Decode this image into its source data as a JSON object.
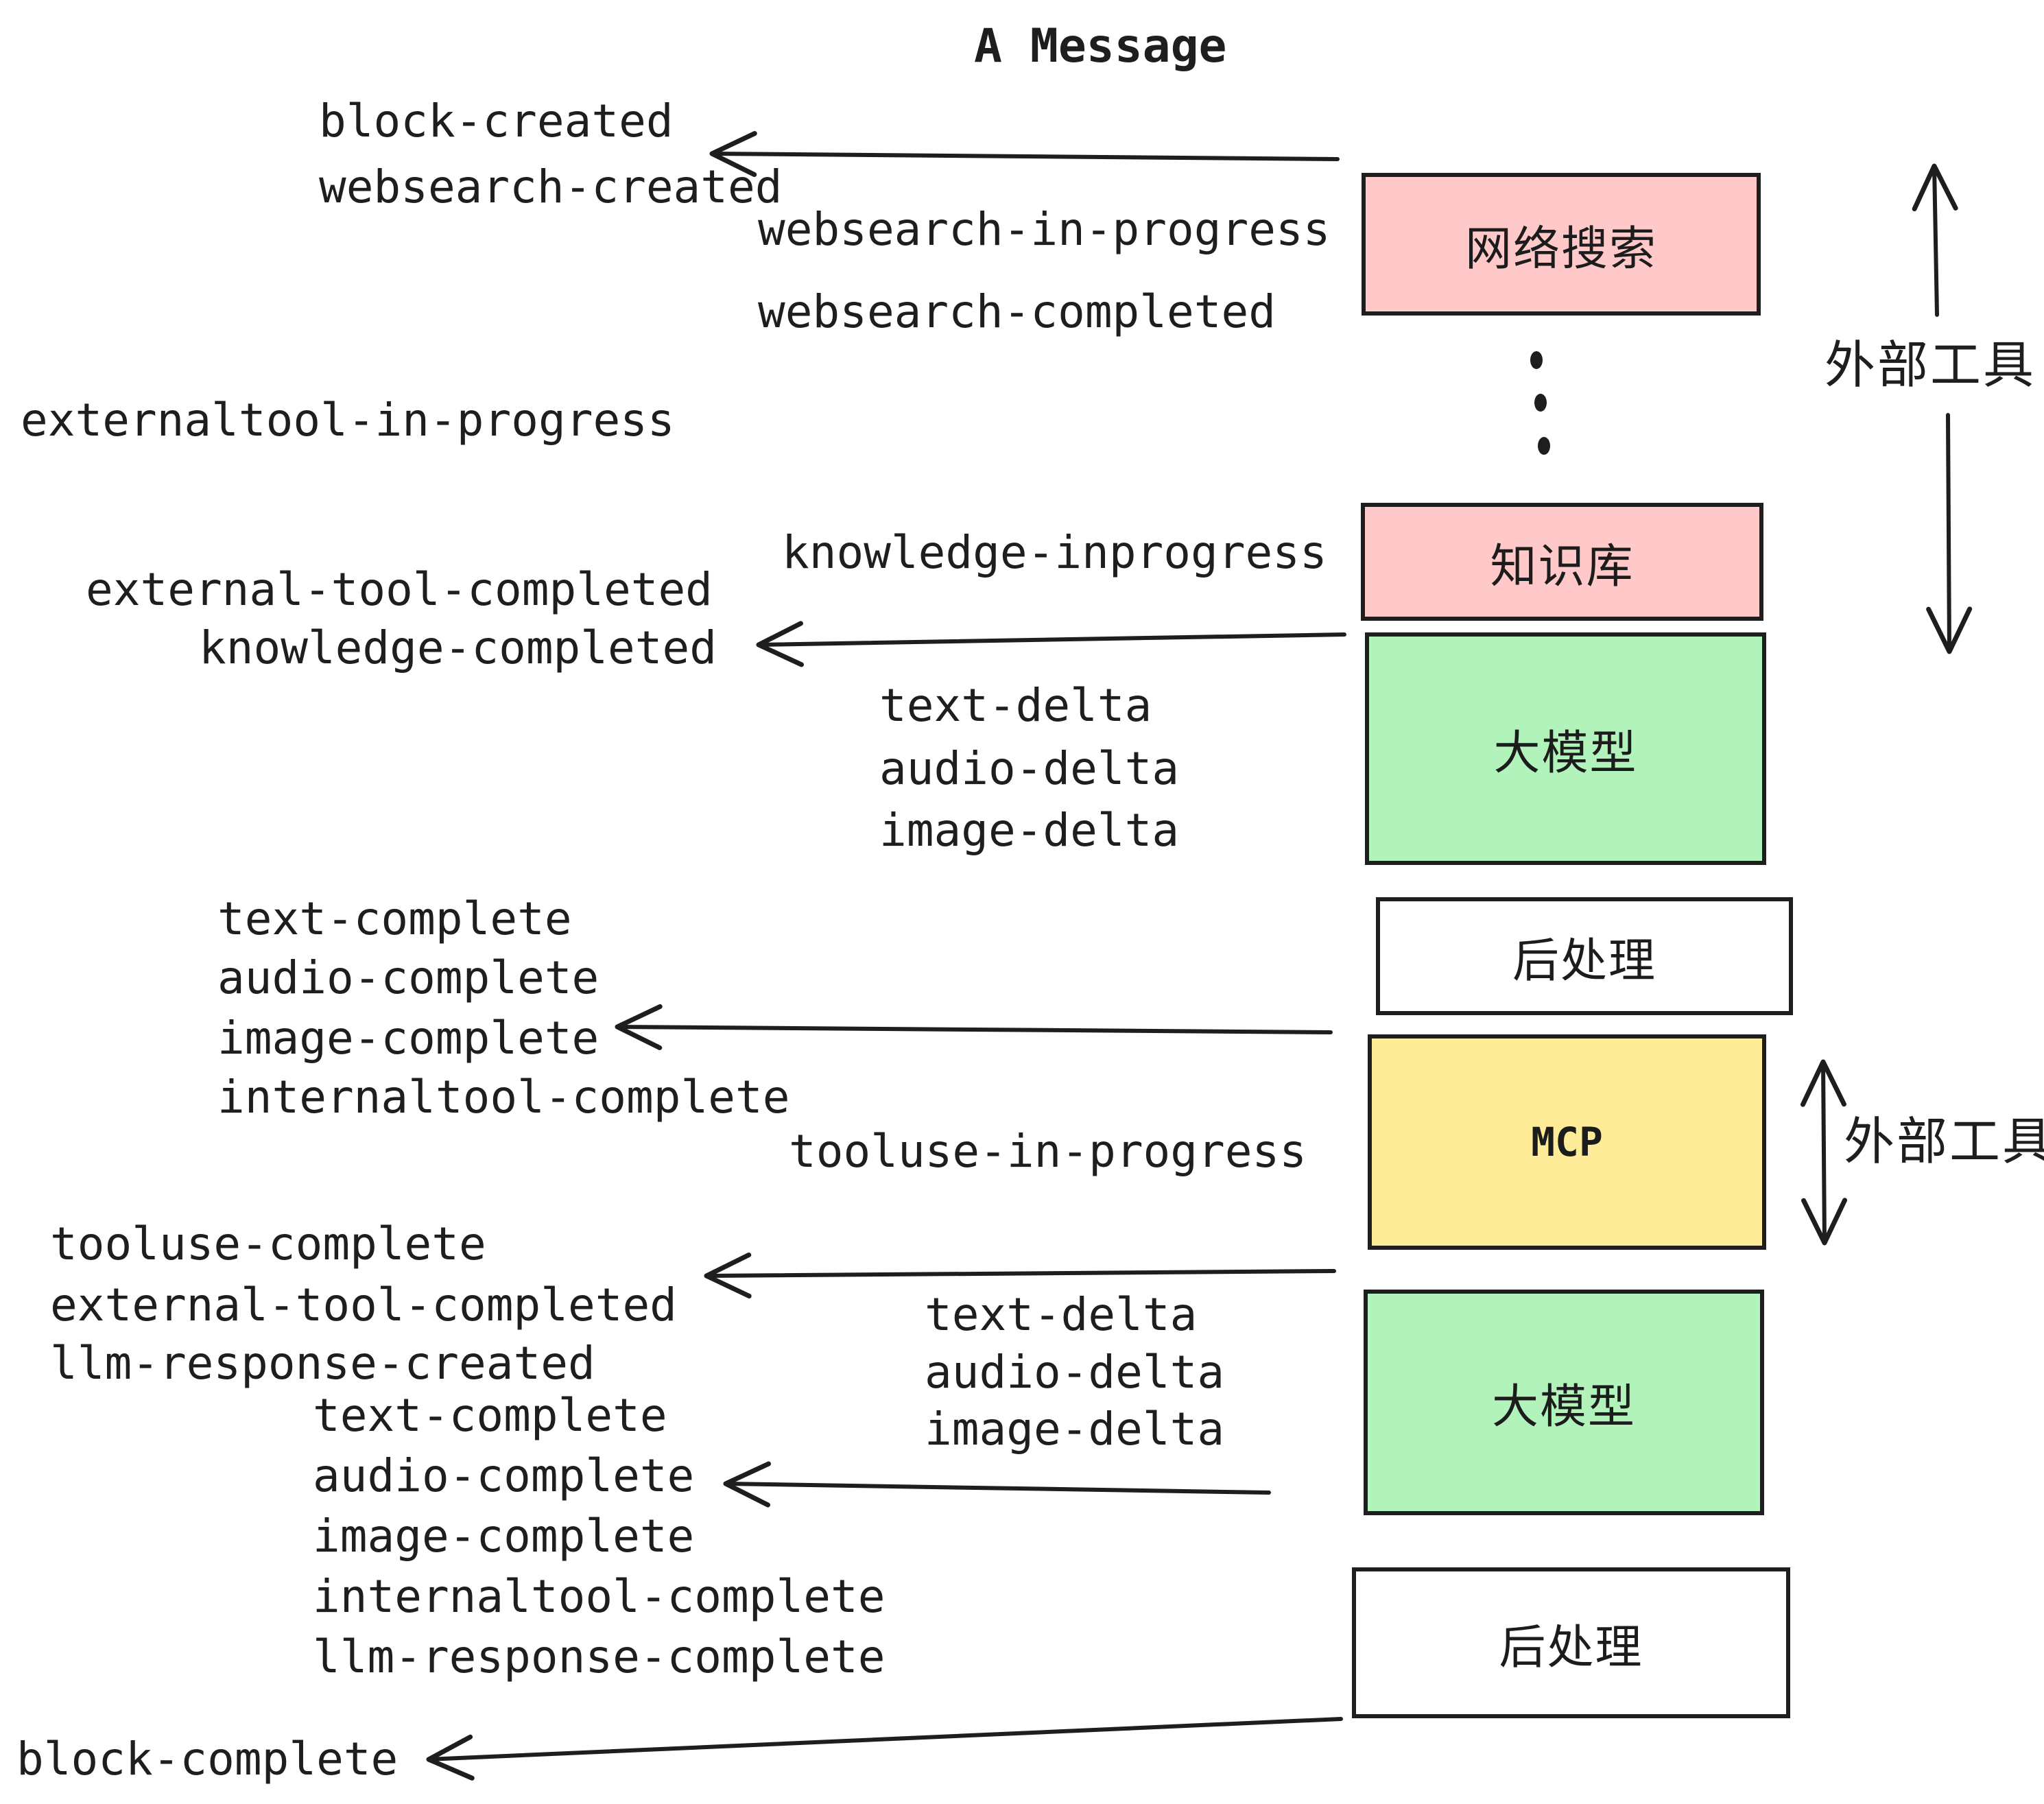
{
  "title": "A Message",
  "colors": {
    "pink": "#ffc9c9",
    "green": "#b2f2bb",
    "yellow": "#ffec99",
    "white": "#ffffff",
    "ink": "#1e1e1e"
  },
  "event_labels": [
    {
      "id": "block-created",
      "text": "block-created"
    },
    {
      "id": "websearch-created",
      "text": "websearch-created"
    },
    {
      "id": "websearch-in-progress",
      "text": "websearch-in-progress"
    },
    {
      "id": "websearch-completed",
      "text": "websearch-completed"
    },
    {
      "id": "externaltool-in-progress",
      "text": "externaltool-in-progress"
    },
    {
      "id": "knowledge-inprogress",
      "text": "knowledge-inprogress"
    },
    {
      "id": "external-tool-completed-1",
      "text": "external-tool-completed"
    },
    {
      "id": "knowledge-completed",
      "text": "knowledge-completed"
    },
    {
      "id": "text-delta-1",
      "text": "text-delta"
    },
    {
      "id": "audio-delta-1",
      "text": "audio-delta"
    },
    {
      "id": "image-delta-1",
      "text": "image-delta"
    },
    {
      "id": "text-complete-1",
      "text": "text-complete"
    },
    {
      "id": "audio-complete-1",
      "text": "audio-complete"
    },
    {
      "id": "image-complete-1",
      "text": "image-complete"
    },
    {
      "id": "internaltool-complete-1",
      "text": "internaltool-complete"
    },
    {
      "id": "tooluse-in-progress",
      "text": "tooluse-in-progress"
    },
    {
      "id": "tooluse-complete",
      "text": "tooluse-complete"
    },
    {
      "id": "external-tool-completed-2",
      "text": "external-tool-completed"
    },
    {
      "id": "llm-response-created",
      "text": "llm-response-created"
    },
    {
      "id": "text-delta-2",
      "text": "text-delta"
    },
    {
      "id": "audio-delta-2",
      "text": "audio-delta"
    },
    {
      "id": "image-delta-2",
      "text": "image-delta"
    },
    {
      "id": "text-complete-2",
      "text": "text-complete"
    },
    {
      "id": "audio-complete-2",
      "text": "audio-complete"
    },
    {
      "id": "image-complete-2",
      "text": "image-complete"
    },
    {
      "id": "internaltool-complete-2",
      "text": "internaltool-complete"
    },
    {
      "id": "llm-response-complete",
      "text": "llm-response-complete"
    },
    {
      "id": "block-complete",
      "text": "block-complete"
    }
  ],
  "boxes": [
    {
      "id": "web-search",
      "label": "网络搜索",
      "fill": "pink"
    },
    {
      "id": "knowledge-base",
      "label": "知识库",
      "fill": "pink"
    },
    {
      "id": "llm-1",
      "label": "大模型",
      "fill": "green"
    },
    {
      "id": "post-process-1",
      "label": "后处理",
      "fill": "white"
    },
    {
      "id": "mcp",
      "label": "MCP",
      "fill": "yellow"
    },
    {
      "id": "llm-2",
      "label": "大模型",
      "fill": "green"
    },
    {
      "id": "post-process-2",
      "label": "后处理",
      "fill": "white"
    }
  ],
  "side_labels": [
    {
      "id": "external-tools-1",
      "text": "外部工具"
    },
    {
      "id": "external-tools-2",
      "text": "外部工具"
    }
  ]
}
